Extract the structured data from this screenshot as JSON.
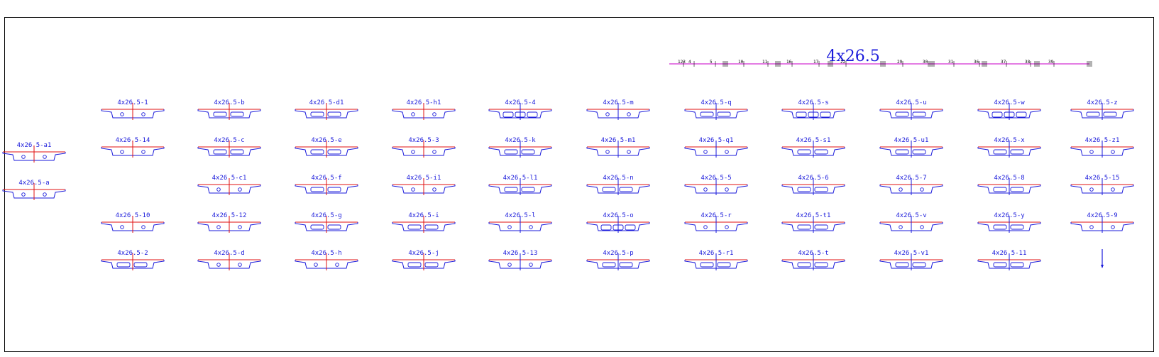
{
  "drawing": {
    "elevation_title": "4x26.5",
    "elevation_ticks": [
      "123",
      "4",
      "5",
      "10",
      "11",
      "16",
      "17",
      "22",
      "29",
      "30",
      "31",
      "36",
      "37",
      "38",
      "39"
    ],
    "colors": {
      "outline": "#1a1adb",
      "deck": "#e01010",
      "axis": "#1a1adb",
      "frame": "#000000"
    }
  },
  "columns": [
    {
      "sections": [
        {
          "label": "4x26.5-a1",
          "type": "slab2"
        },
        {
          "label": "4x26.5-a",
          "type": "slab2"
        }
      ]
    },
    {
      "sections": [
        {
          "label": "4x26.5-1",
          "type": "slab2"
        },
        {
          "label": "4x26.5-14",
          "type": "slab2"
        },
        {
          "label": "",
          "type": "none"
        },
        {
          "label": "4x26.5-10",
          "type": "slab2"
        },
        {
          "label": "4x26.5-2",
          "type": "box2"
        }
      ]
    },
    {
      "sections": [
        {
          "label": "4x26.5-b",
          "type": "box2"
        },
        {
          "label": "4x26.5-c",
          "type": "box2"
        },
        {
          "label": "4x26.5-c1",
          "type": "slab2"
        },
        {
          "label": "4x26.5-12",
          "type": "slab2"
        },
        {
          "label": "4x26.5-d",
          "type": "slab2"
        }
      ]
    },
    {
      "sections": [
        {
          "label": "4x26.5-d1",
          "type": "box2"
        },
        {
          "label": "4x26.5-e",
          "type": "box2"
        },
        {
          "label": "4x26.5-f",
          "type": "box2"
        },
        {
          "label": "4x26.5-g",
          "type": "box2"
        },
        {
          "label": "4x26.5-h",
          "type": "slab2"
        }
      ]
    },
    {
      "sections": [
        {
          "label": "4x26.5-h1",
          "type": "slab2"
        },
        {
          "label": "4x26.5-3",
          "type": "slab2"
        },
        {
          "label": "4x26.5-i1",
          "type": "slab2"
        },
        {
          "label": "4x26.5-i",
          "type": "box2"
        },
        {
          "label": "4x26.5-j",
          "type": "box2"
        }
      ]
    },
    {
      "sections": [
        {
          "label": "4x26.5-4",
          "type": "box3"
        },
        {
          "label": "4x26.5-k",
          "type": "box2"
        },
        {
          "label": "4x26.5-l1",
          "type": "box2"
        },
        {
          "label": "4x26.5-l",
          "type": "slab2"
        },
        {
          "label": "4x26.5-13",
          "type": "slab2"
        }
      ]
    },
    {
      "sections": [
        {
          "label": "4x26.5-m",
          "type": "slab2"
        },
        {
          "label": "4x26.5-m1",
          "type": "slab2"
        },
        {
          "label": "4x26.5-n",
          "type": "box2"
        },
        {
          "label": "4x26.5-o",
          "type": "box3"
        },
        {
          "label": "4x26.5-p",
          "type": "box2"
        }
      ]
    },
    {
      "sections": [
        {
          "label": "4x26.5-q",
          "type": "box2"
        },
        {
          "label": "4x26.5-q1",
          "type": "slab2"
        },
        {
          "label": "4x26.5-5",
          "type": "slab2"
        },
        {
          "label": "4x26.5-r",
          "type": "slab2"
        },
        {
          "label": "4x26.5-r1",
          "type": "box2"
        }
      ]
    },
    {
      "sections": [
        {
          "label": "4x26.5-s",
          "type": "box3"
        },
        {
          "label": "4x26.5-s1",
          "type": "box2"
        },
        {
          "label": "4x26.5-6",
          "type": "box2"
        },
        {
          "label": "4x26.5-t1",
          "type": "box2"
        },
        {
          "label": "4x26.5-t",
          "type": "box2"
        }
      ]
    },
    {
      "sections": [
        {
          "label": "4x26.5-u",
          "type": "box2"
        },
        {
          "label": "4x26.5-u1",
          "type": "box2"
        },
        {
          "label": "4x26.5-7",
          "type": "slab2"
        },
        {
          "label": "4x26.5-v",
          "type": "slab2"
        },
        {
          "label": "4x26.5-v1",
          "type": "box2"
        }
      ]
    },
    {
      "sections": [
        {
          "label": "4x26.5-w",
          "type": "box3"
        },
        {
          "label": "4x26.5-x",
          "type": "box2"
        },
        {
          "label": "4x26.5-8",
          "type": "box2"
        },
        {
          "label": "4x26.5-y",
          "type": "box2"
        },
        {
          "label": "4x26.5-11",
          "type": "box2"
        }
      ]
    },
    {
      "sections": [
        {
          "label": "4x26.5-z",
          "type": "box2"
        },
        {
          "label": "4x26.5-z1",
          "type": "slab2"
        },
        {
          "label": "4x26.5-15",
          "type": "slab2"
        },
        {
          "label": "4x26.5-9",
          "type": "slab2"
        },
        {
          "label": "",
          "type": "axis-only"
        }
      ]
    }
  ]
}
